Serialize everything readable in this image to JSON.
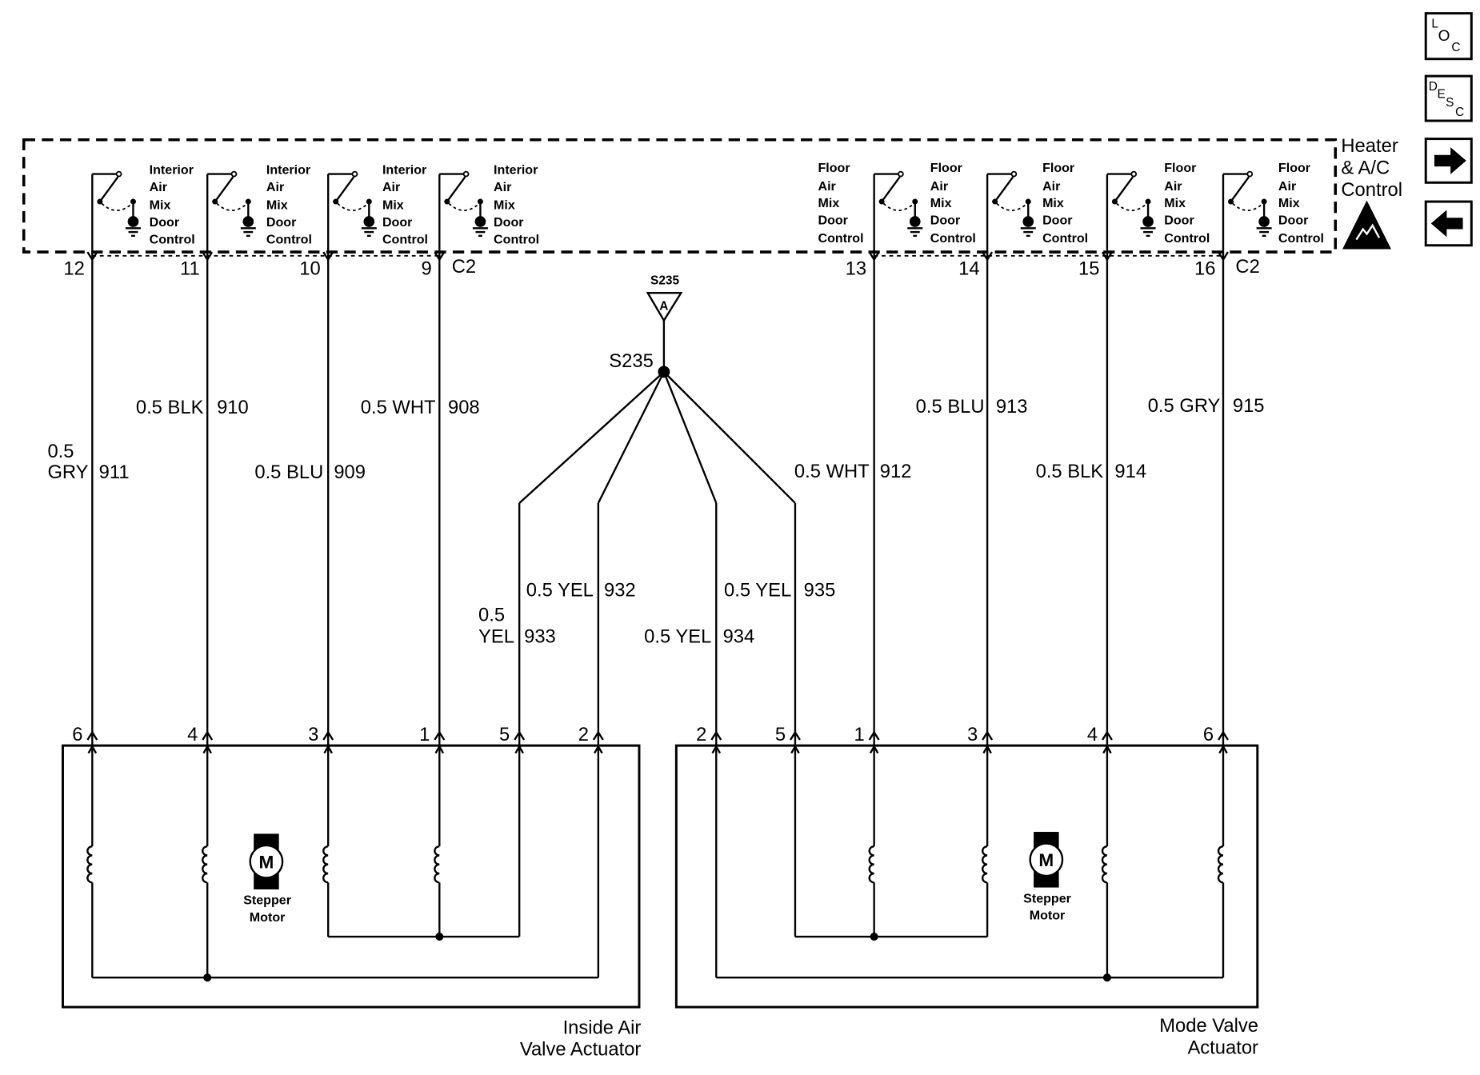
{
  "nav": {
    "loc_letters": [
      "L",
      "O",
      "C"
    ],
    "desc_letters": [
      "D",
      "E",
      "S",
      "C"
    ],
    "next_icon": "right-arrow-icon",
    "prev_icon": "left-arrow-icon"
  },
  "module": {
    "name_lines": [
      "Heater",
      "& A/C",
      "Control"
    ],
    "esd_icon": "esd-sensitive-device-icon",
    "switch_labels": [
      [
        "Interior",
        "Air",
        "Mix",
        "Door",
        "Control"
      ],
      [
        "Interior",
        "Air",
        "Mix",
        "Door",
        "Control"
      ],
      [
        "Interior",
        "Air",
        "Mix",
        "Door",
        "Control"
      ],
      [
        "Interior",
        "Air",
        "Mix",
        "Door",
        "Control"
      ],
      [
        "Floor",
        "Air",
        "Mix",
        "Door",
        "Control"
      ],
      [
        "Floor",
        "Air",
        "Mix",
        "Door",
        "Control"
      ],
      [
        "Floor",
        "Air",
        "Mix",
        "Door",
        "Control"
      ],
      [
        "Floor",
        "Air",
        "Mix",
        "Door",
        "Control"
      ],
      [
        "Floor",
        "Air",
        "Mix",
        "Door",
        "Control"
      ]
    ],
    "connector_pins": [
      "12",
      "11",
      "10",
      "9",
      "13",
      "14",
      "15",
      "16"
    ],
    "connector_names": [
      "C2",
      "C2"
    ]
  },
  "wires": [
    {
      "label": [
        "0.5",
        "GRY"
      ],
      "circuit": "911"
    },
    {
      "label": [
        "0.5 BLK"
      ],
      "circuit": "910"
    },
    {
      "label": [
        "0.5 BLU"
      ],
      "circuit": "909"
    },
    {
      "label": [
        "0.5 WHT"
      ],
      "circuit": "908"
    },
    {
      "label": [
        "0.5 YEL"
      ],
      "circuit": "932"
    },
    {
      "label": [
        "0.5",
        "YEL"
      ],
      "circuit": "933"
    },
    {
      "label": [
        "0.5 YEL"
      ],
      "circuit": "934"
    },
    {
      "label": [
        "0.5 YEL"
      ],
      "circuit": "935"
    },
    {
      "label": [
        "0.5 WHT"
      ],
      "circuit": "912"
    },
    {
      "label": [
        "0.5 BLU"
      ],
      "circuit": "913"
    },
    {
      "label": [
        "0.5 BLK"
      ],
      "circuit": "914"
    },
    {
      "label": [
        "0.5 GRY"
      ],
      "circuit": "915"
    }
  ],
  "splice": {
    "symbol_name": "S235",
    "symbol_letter": "A",
    "name": "S235"
  },
  "actuators": [
    {
      "name_lines": [
        "Inside Air",
        "Valve Actuator"
      ],
      "pins": [
        "6",
        "4",
        "3",
        "1",
        "5",
        "2"
      ],
      "motor_symbol": "M",
      "motor_label": [
        "Stepper",
        "Motor"
      ]
    },
    {
      "name_lines": [
        "Mode Valve",
        "Actuator"
      ],
      "pins": [
        "2",
        "5",
        "1",
        "3",
        "4",
        "6"
      ],
      "motor_symbol": "M",
      "motor_label": [
        "Stepper",
        "Motor"
      ]
    }
  ]
}
